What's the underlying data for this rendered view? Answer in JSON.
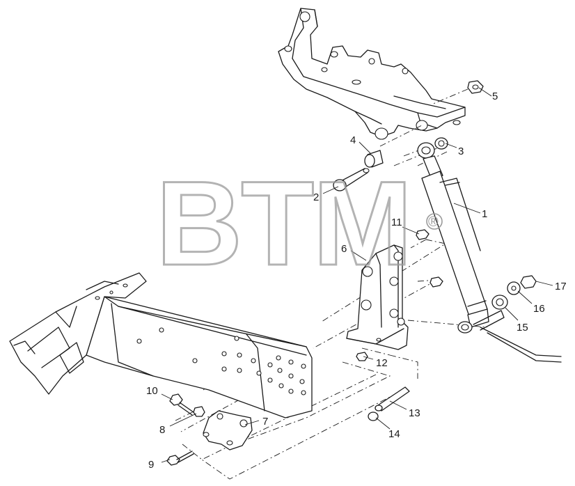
{
  "callouts": [
    {
      "id": "1",
      "text": "1"
    },
    {
      "id": "2",
      "text": "2"
    },
    {
      "id": "3",
      "text": "3"
    },
    {
      "id": "4",
      "text": "4"
    },
    {
      "id": "5",
      "text": "5"
    },
    {
      "id": "6",
      "text": "6"
    },
    {
      "id": "7",
      "text": "7"
    },
    {
      "id": "8",
      "text": "8"
    },
    {
      "id": "9",
      "text": "9"
    },
    {
      "id": "10",
      "text": "10"
    },
    {
      "id": "11",
      "text": "11"
    },
    {
      "id": "12",
      "text": "12"
    },
    {
      "id": "13",
      "text": "13"
    },
    {
      "id": "14",
      "text": "14"
    },
    {
      "id": "15",
      "text": "15"
    },
    {
      "id": "16",
      "text": "16"
    },
    {
      "id": "17",
      "text": "17"
    }
  ],
  "watermark": {
    "text": "BTM",
    "mark": "®"
  },
  "colors": {
    "line": "#1a1a1a",
    "watermark": "#9a9a9a",
    "background": "#ffffff"
  }
}
